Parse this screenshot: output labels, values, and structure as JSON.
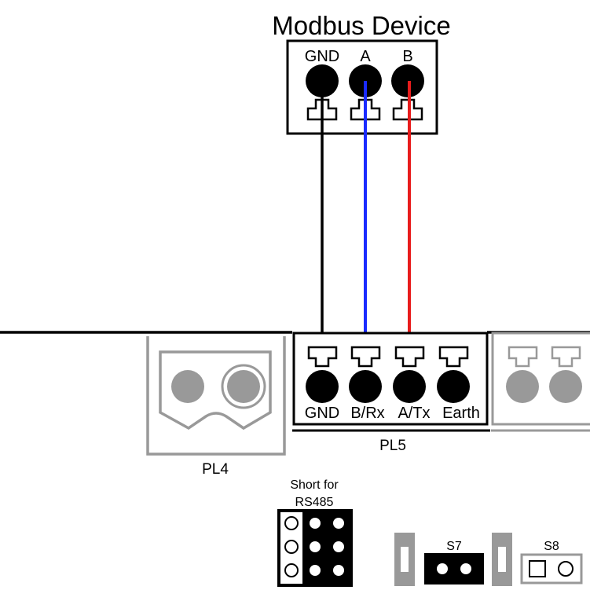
{
  "modbus_device": {
    "title": "Modbus Device",
    "pins": [
      "GND",
      "A",
      "B"
    ]
  },
  "pl5": {
    "label": "PL5",
    "pins": [
      "GND",
      "B/Rx",
      "A/Tx",
      "Earth"
    ]
  },
  "pl4": {
    "label": "PL4"
  },
  "jumper_block": {
    "label_line1": "Short for",
    "label_line2": "RS485"
  },
  "s7": {
    "label": "S7"
  },
  "s8": {
    "label": "S8"
  },
  "colors": {
    "wire_gnd": "#000000",
    "wire_a": "#1a2bff",
    "wire_b": "#e81c1c",
    "inactive_gray": "#999999"
  }
}
